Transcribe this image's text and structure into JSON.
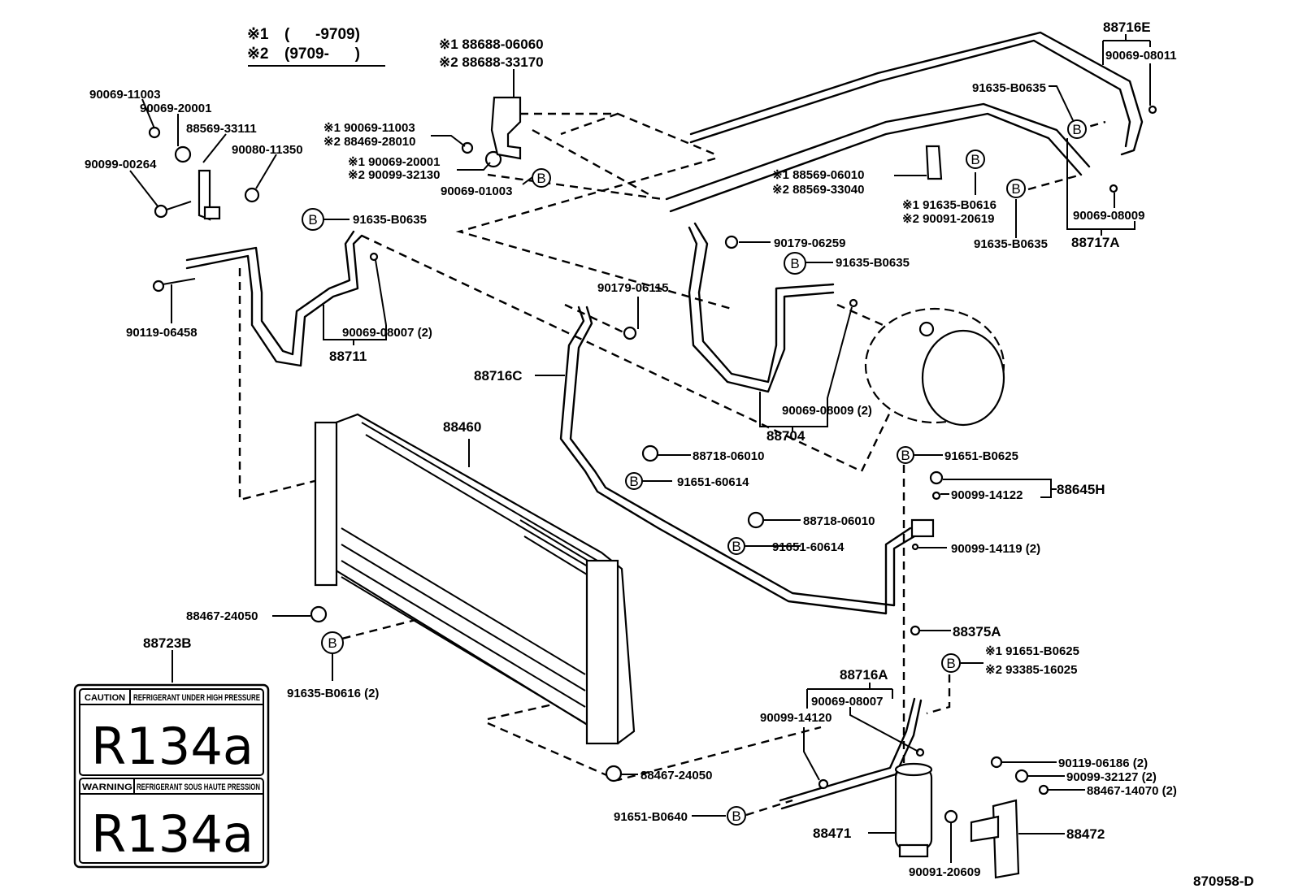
{
  "diagram": {
    "title": "Air Conditioner Refrigerant Piping Parts Diagram",
    "figure_id": "870958-D",
    "legend": {
      "rows": [
        {
          "mark": "※1",
          "range": "(      -9709)"
        },
        {
          "mark": "※2",
          "range": "(9709-      )"
        }
      ]
    },
    "bolt_mark": "B",
    "labels": {
      "p_90069_11003_tl": "90069-11003",
      "p_90069_20001_tl": "90069-20001",
      "p_88569_33111": "88569-33111",
      "p_90080_11350": "90080-11350",
      "p_90099_00264": "90099-00264",
      "p_bracket_m1": "※1 90069-11003",
      "p_bracket_m2": "※2 88469-28010",
      "p_cush_m1": "※1 90069-20001",
      "p_cush_m2": "※2 90099-32130",
      "p_90069_01003": "90069-01003",
      "p_88688_m1": "※1 88688-06060",
      "p_88688_m2": "※2 88688-33170",
      "p_91635_b0635_left": "91635-B0635",
      "p_90119_06458": "90119-06458",
      "p_90069_08007_2": "90069-08007 (2)",
      "p_88711": "88711",
      "p_88716e": "88716E",
      "p_90069_08011": "90069-08011",
      "p_91635_b0635_tr": "91635-B0635",
      "p_88569_m1": "※1 88569-06010",
      "p_88569_m2": "※2 88569-33040",
      "p_91635_b0616_m1": "※1 91635-B0616",
      "p_90091_20619_m2": "※2 90091-20619",
      "p_91635_b0635_br": "91635-B0635",
      "p_90069_08009": "90069-08009",
      "p_88717a": "88717A",
      "p_90179_06259": "90179-06259",
      "p_91635_b0635_mid": "91635-B0635",
      "p_90179_06115": "90179-06115",
      "p_88716c": "88716C",
      "p_90069_08009_2": "90069-08009 (2)",
      "p_88704": "88704",
      "p_88460": "88460",
      "p_88718_06010_a": "88718-06010",
      "p_91651_60614_a": "91651-60614",
      "p_88718_06010_b": "88718-06010",
      "p_91651_60614_b": "91651-60614",
      "p_91651_b0625": "91651-B0625",
      "p_90099_14122": "90099-14122",
      "p_88645h": "88645H",
      "p_90099_14119_2": "90099-14119 (2)",
      "p_88375a": "88375A",
      "p_91651_b0625_m1": "※1 91651-B0625",
      "p_93385_16025_m2": "※2 93385-16025",
      "p_88467_24050_a": "88467-24050",
      "p_91635_b0616_2": "91635-B0616 (2)",
      "p_88723b": "88723B",
      "p_88716a": "88716A",
      "p_90069_08007": "90069-08007",
      "p_90099_14120": "90099-14120",
      "p_88467_24050_b": "88467-24050",
      "p_91651_b0640": "91651-B0640",
      "p_88471": "88471",
      "p_90091_20609": "90091-20609",
      "p_90119_06186_2": "90119-06186 (2)",
      "p_90099_32127_2": "90099-32127 (2)",
      "p_88467_14070_2": "88467-14070 (2)",
      "p_88472": "88472"
    },
    "caution_label": {
      "top_header": "CAUTION",
      "top_text": "REFRIGERANT UNDER HIGH PRESSURE",
      "top_refrigerant": "R134a",
      "bottom_header": "WARNING",
      "bottom_text": "REFRIGERANT SOUS HAUTE PRESSION",
      "bottom_refrigerant": "R134a"
    }
  }
}
